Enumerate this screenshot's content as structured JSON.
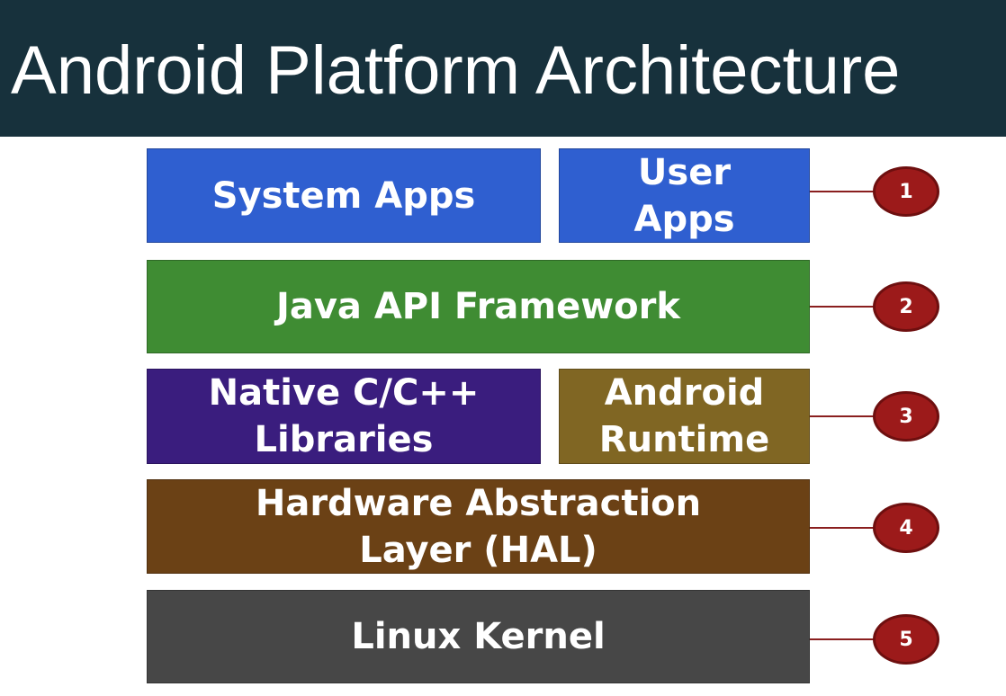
{
  "title": "Android Platform Architecture",
  "layers": {
    "system_apps": {
      "lines": [
        "System Apps"
      ],
      "color": "#2f5fd0"
    },
    "user_apps": {
      "lines": [
        "User",
        "Apps"
      ],
      "color": "#2f5fd0"
    },
    "java_api": {
      "lines": [
        "Java API Framework"
      ],
      "color": "#3f8c33"
    },
    "native_libs": {
      "lines": [
        "Native C/C++",
        "Libraries"
      ],
      "color": "#3a1d7e"
    },
    "android_runtime": {
      "lines": [
        "Android",
        "Runtime"
      ],
      "color": "#806623"
    },
    "hal": {
      "lines": [
        "Hardware Abstraction",
        "Layer (HAL)"
      ],
      "color": "#6b4115"
    },
    "linux_kernel": {
      "lines": [
        "Linux Kernel"
      ],
      "color": "#474747"
    }
  },
  "badges": [
    "1",
    "2",
    "3",
    "4",
    "5"
  ],
  "connector_color": "#8a1f1f",
  "badge_color": "#9c1a1a"
}
